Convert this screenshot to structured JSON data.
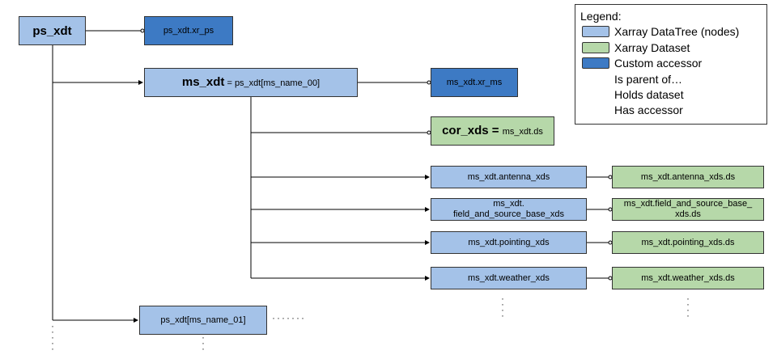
{
  "nodes": {
    "ps_xdt": "ps_xdt",
    "ps_xdt_xr_ps": "ps_xdt.xr_ps",
    "ms_xdt_bold": "ms_xdt",
    "ms_xdt_rest": " = ps_xdt[ms_name_00]",
    "ms_xdt_xr_ms": "ms_xdt.xr_ms",
    "cor_xds_bold": "cor_xds",
    "cor_xds_eq": " = ",
    "cor_xds_rest": "ms_xdt.ds",
    "antenna_xds": "ms_xdt.antenna_xds",
    "antenna_xds_ds": "ms_xdt.antenna_xds.ds",
    "field_xds_line1": "ms_xdt.",
    "field_xds_line2": "field_and_source_base_xds",
    "field_xds_ds_line1": "ms_xdt.field_and_source_base_",
    "field_xds_ds_line2": "xds.ds",
    "pointing_xds": "ms_xdt.pointing_xds",
    "pointing_xds_ds": "ms_xdt.pointing_xds.ds",
    "weather_xds": "ms_xdt.weather_xds",
    "weather_xds_ds": "ms_xdt.weather_xds.ds",
    "ps_xdt_ms_name_01": "ps_xdt[ms_name_01]"
  },
  "legend": {
    "title": "Legend:",
    "items": [
      "Xarray DataTree (nodes)",
      "Xarray Dataset",
      "Custom accessor",
      "Is parent of…",
      "Holds dataset",
      "Has accessor"
    ]
  },
  "colors": {
    "datatree": "#a4c2e8",
    "dataset": "#b6d8a9",
    "accessor": "#3d7ac4"
  }
}
